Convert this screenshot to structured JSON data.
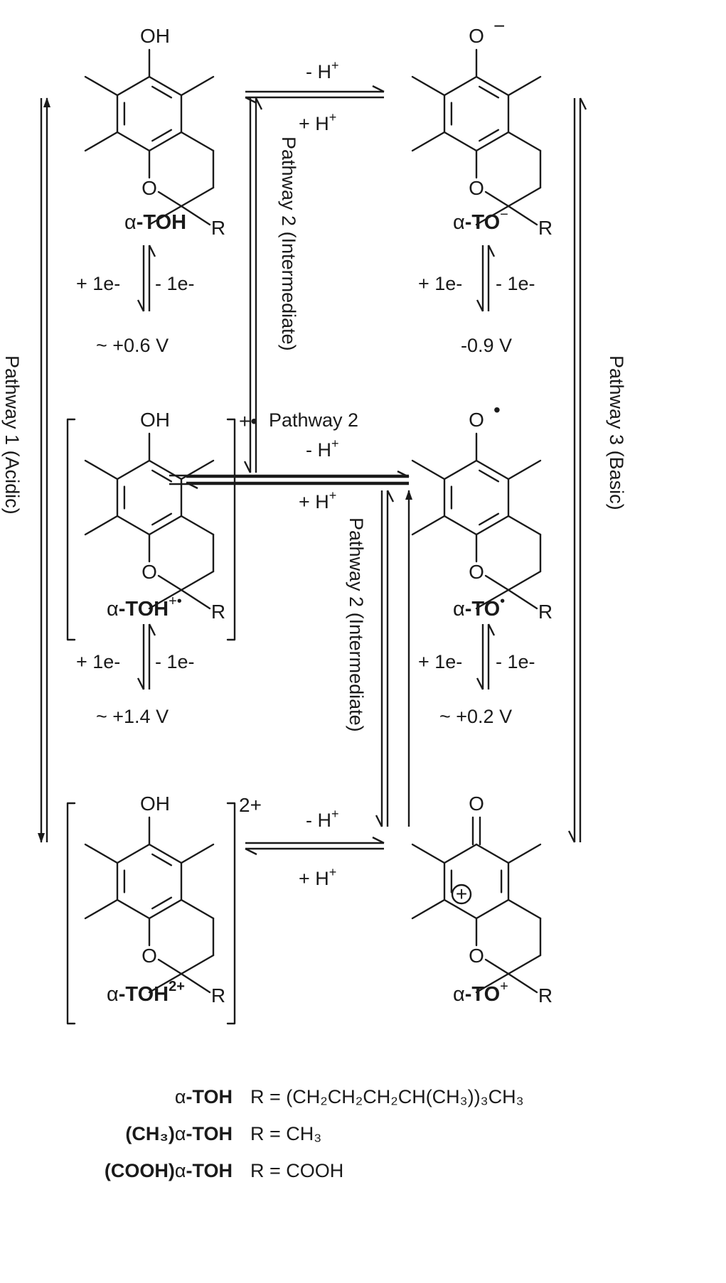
{
  "compounds": {
    "toh": {
      "greek": "α",
      "name": "-TOH",
      "sup": "",
      "top_atom": "OH",
      "ring_o": "O",
      "r": "R",
      "bracket_charge": ""
    },
    "to_minus": {
      "greek": "α",
      "name": "-TO",
      "sup": "−",
      "top_atom": "O",
      "top_charge": "−",
      "ring_o": "O",
      "r": "R"
    },
    "toh_radical_cation": {
      "greek": "α",
      "name": "-TOH",
      "sup": "+•",
      "top_atom": "OH",
      "ring_o": "O",
      "r": "R",
      "bracket_charge": "+•"
    },
    "to_radical": {
      "greek": "α",
      "name": "-TO",
      "sup": "•",
      "top_atom": "O",
      "top_charge": "•",
      "ring_o": "O",
      "r": "R"
    },
    "toh_dication": {
      "greek": "α",
      "name": "-TOH",
      "sup": "2+",
      "top_atom": "OH",
      "ring_o": "O",
      "r": "R",
      "bracket_charge": "2+"
    },
    "to_cation": {
      "greek": "α",
      "name": "-TO",
      "sup": "+",
      "top_atom": "O",
      "ring_o": "O",
      "r": "R",
      "ring_charge": "+"
    }
  },
  "reactions": {
    "minus_h": "- H",
    "plus_h": "+ H",
    "h_sup": "+",
    "plus_e": "+ 1e-",
    "minus_e": "- 1e-",
    "pathway2_label": "Pathway 2"
  },
  "potentials": {
    "left_top": "~ +0.6 V",
    "left_bottom": "~ +1.4 V",
    "right_top": "-0.9 V",
    "right_bottom": "~ +0.2 V"
  },
  "pathways": {
    "p1": "Pathway 1 (Acidic)",
    "p2_upper": "Pathway 2 (Intermediate)",
    "p2_lower": "Pathway 2 (Intermediate)",
    "p3": "Pathway 3 (Basic)"
  },
  "legend": [
    {
      "prefix": "",
      "greek": "α",
      "name": "-TOH",
      "def": "R = (CH₂CH₂CH₂CH(CH₃))₃CH₃"
    },
    {
      "prefix": "(CH₃)",
      "greek": "α",
      "name": "-TOH",
      "def": "R = CH₃"
    },
    {
      "prefix": "(COOH)",
      "greek": "α",
      "name": "-TOH",
      "def": "R = COOH"
    }
  ]
}
